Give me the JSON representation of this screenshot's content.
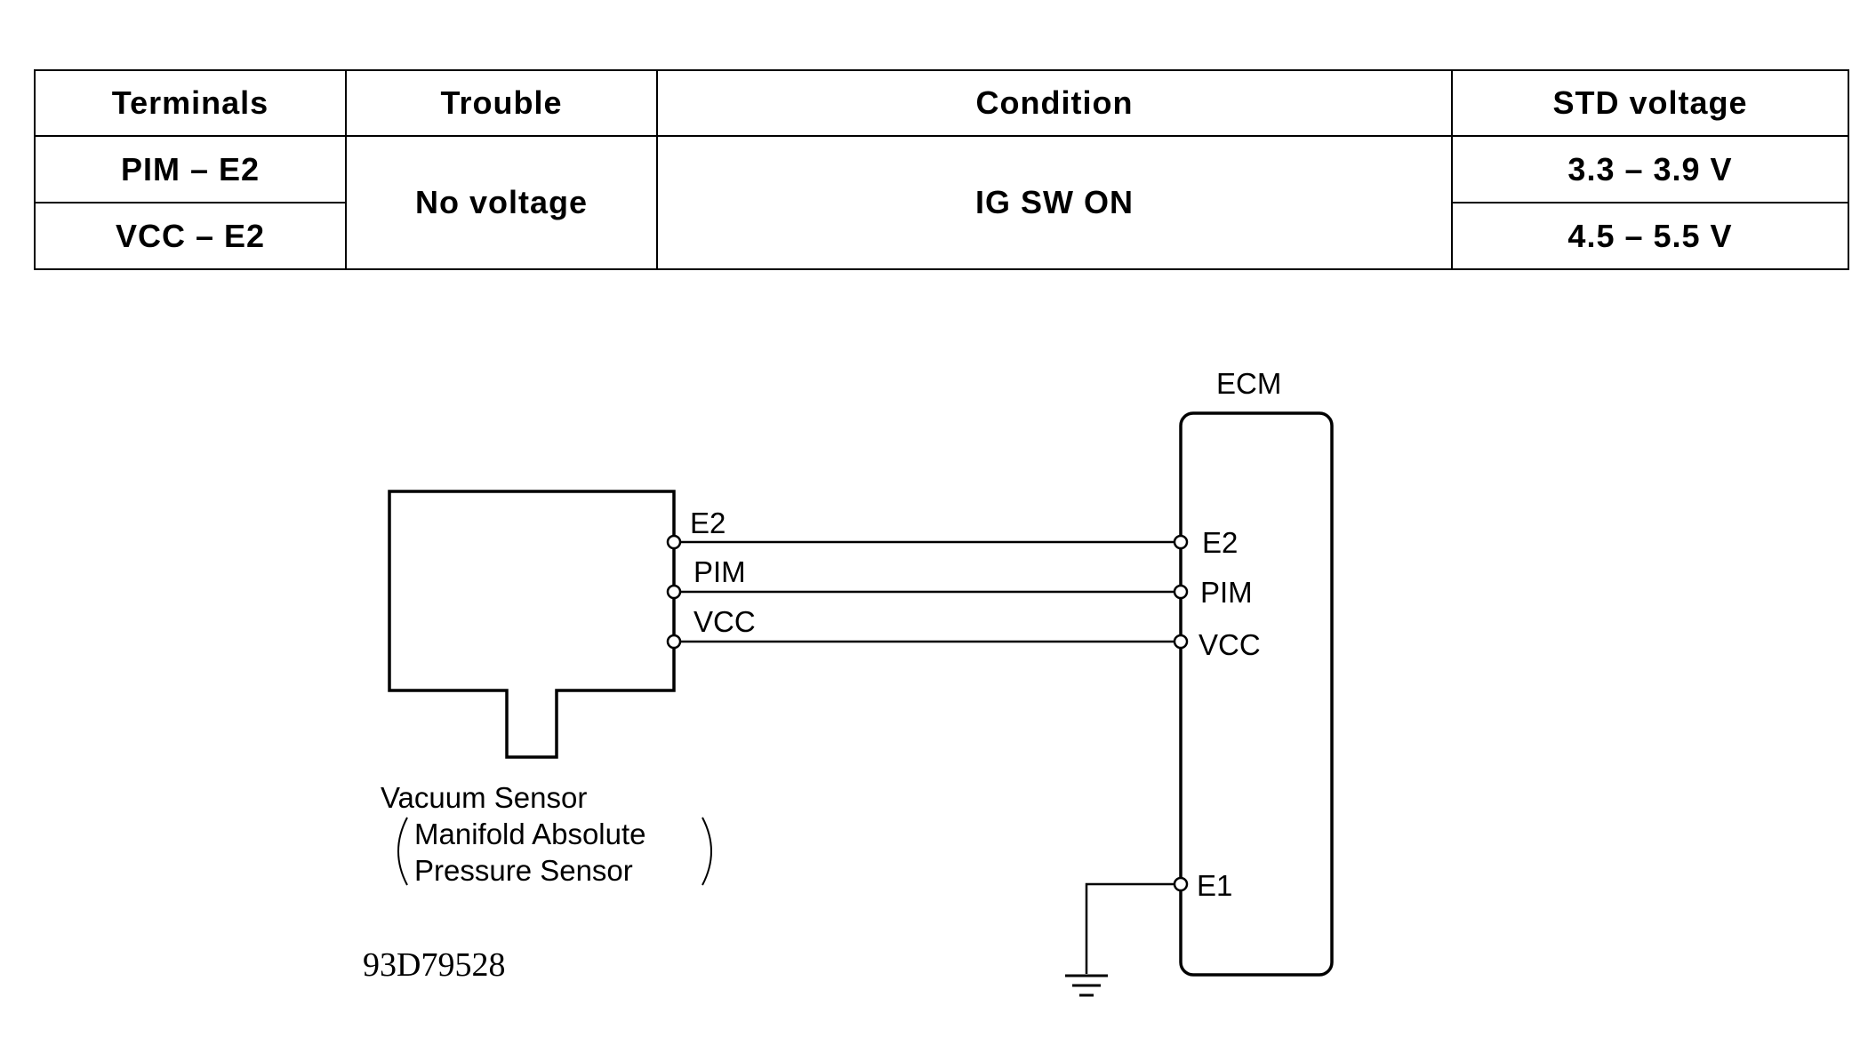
{
  "table": {
    "headers": {
      "terminals": "Terminals",
      "trouble": "Trouble",
      "condition": "Condition",
      "std_voltage": "STD voltage"
    },
    "rows": [
      {
        "terminals": "PIM – E2",
        "std_voltage": "3.3 – 3.9 V"
      },
      {
        "terminals": "VCC – E2",
        "std_voltage": "4.5 – 5.5 V"
      }
    ],
    "trouble": "No voltage",
    "condition": "IG SW ON"
  },
  "diagram": {
    "ecm": {
      "title": "ECM",
      "pins": {
        "e2": "E2",
        "pim": "PIM",
        "vcc": "VCC",
        "e1": "E1"
      }
    },
    "sensor": {
      "pins": {
        "e2": "E2",
        "pim": "PIM",
        "vcc": "VCC"
      },
      "name": "Vacuum Sensor",
      "subname_line1": "Manifold Absolute",
      "subname_line2": "Pressure Sensor"
    },
    "figure_id": "93D79528"
  }
}
